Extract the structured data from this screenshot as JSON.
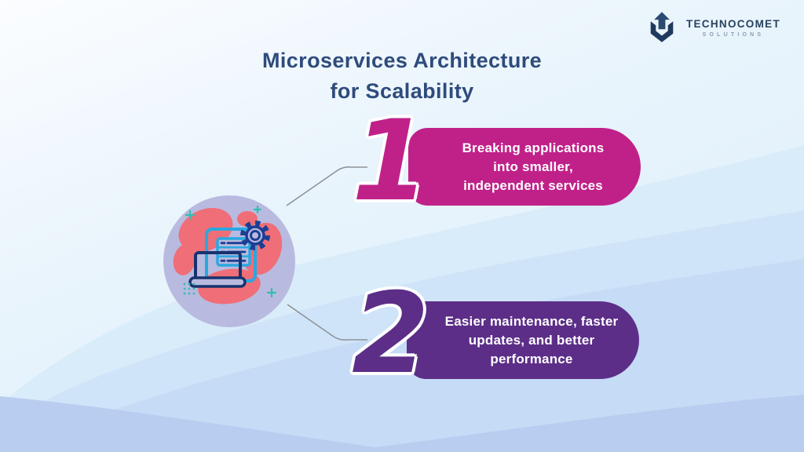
{
  "brand": {
    "name": "TECHNOCOMET",
    "tagline": "SOLUTIONS"
  },
  "title": {
    "line1": "Microservices Architecture",
    "line2": "for Scalability"
  },
  "items": [
    {
      "number": "1",
      "lines": [
        "Breaking applications",
        "into smaller,",
        "independent services"
      ],
      "color": "#c02189"
    },
    {
      "number": "2",
      "lines": [
        "Easier maintenance, faster",
        "updates, and better",
        "performance"
      ],
      "color": "#5c2e88"
    }
  ],
  "illustration": {
    "icons": [
      "monitor-icon",
      "server-stack-icon",
      "gear-icon",
      "laptop-icon"
    ],
    "accents": [
      "blob-shapes",
      "sparkle-plus-icons",
      "dots-grid"
    ]
  },
  "colors": {
    "title_navy": "#2e4b7c",
    "accent_magenta": "#c02189",
    "accent_purple": "#5c2e88",
    "circle_lavender": "#b9badf",
    "blob_coral": "#f06e77",
    "icon_light_blue": "#29a8e0",
    "icon_navy": "#1c3f93",
    "laptop_navy": "#17336e",
    "teal_accent": "#2fc0b0",
    "connector_gray": "#8f9399",
    "logo_navy": "#1f3a5e"
  }
}
